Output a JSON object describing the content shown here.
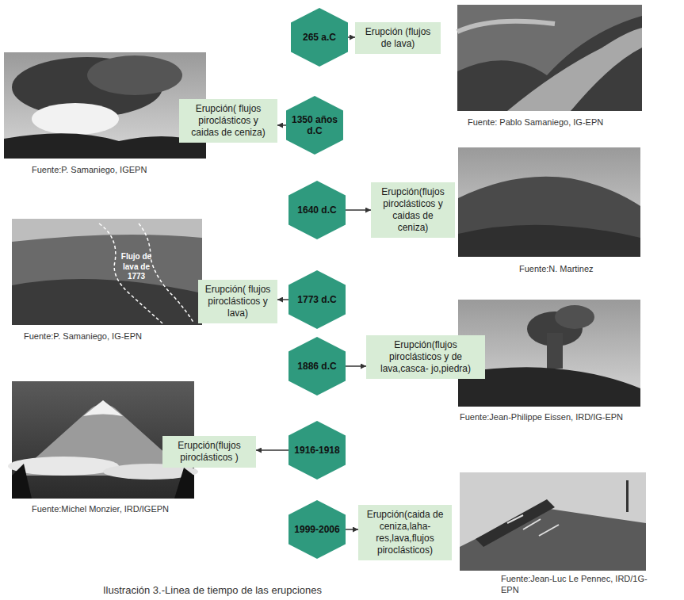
{
  "diagram": {
    "caption": "Ilustración 3.-Linea de tiempo de las erupciones",
    "nodes": [
      {
        "text": [
          "265 a.C"
        ]
      },
      {
        "text": [
          "Erupción (flujos de lava)"
        ]
      },
      {
        "text": [
          "Erupción( flujos piroclásticos y caidas de ceniza)"
        ]
      },
      {
        "text": [
          "1350 años d.C"
        ]
      },
      {
        "text": [
          "1640 d.C"
        ]
      },
      {
        "text": [
          "Erupción(flujos piroclásticos y caidas de ceniza)"
        ]
      },
      {
        "text": [
          "Erupción( flujos piroclásticos y lava)"
        ]
      },
      {
        "text": [
          "1773 d.C"
        ]
      },
      {
        "text": [
          "1886 d.C"
        ]
      },
      {
        "text": [
          "Erupción(flujos piroclásticos y de lava,casca- jo,piedra)"
        ]
      },
      {
        "text": [
          "Erupción(flujos piroclásticos )"
        ]
      },
      {
        "text": [
          "1916-1918"
        ]
      },
      {
        "text": [
          "1999-2006"
        ]
      },
      {
        "text": [
          "Erupción(caida de ceniza,laha- res,lava,flujos piroclásticos)"
        ]
      }
    ],
    "edges": [
      {
        "from": 0,
        "to": 1,
        "arrow": "to"
      },
      {
        "from": 3,
        "to": 2,
        "arrow": "to"
      },
      {
        "from": 4,
        "to": 5,
        "arrow": "to"
      },
      {
        "from": 7,
        "to": 6,
        "arrow": "to"
      },
      {
        "from": 8,
        "to": 9,
        "arrow": "to"
      },
      {
        "from": 11,
        "to": 10,
        "arrow": "to"
      },
      {
        "from": 12,
        "to": 13,
        "arrow": "to"
      }
    ],
    "labels": [
      "Fuente: Pablo Samaniego, IG-EPN",
      "Fuente:P. Samaniego, IGEPN",
      "Fuente:N. Martinez",
      "Flujo de lava de 1773",
      "Fuente:P. Samaniego, IG-EPN",
      "Fuente:Jean-Philippe Eissen, IRD/IG-EPN",
      "Fuente:Michel Monzier, IRD/IGEPN",
      "Fuente:Jean-Luc Le Pennec, IRD/1G-EPN"
    ]
  }
}
